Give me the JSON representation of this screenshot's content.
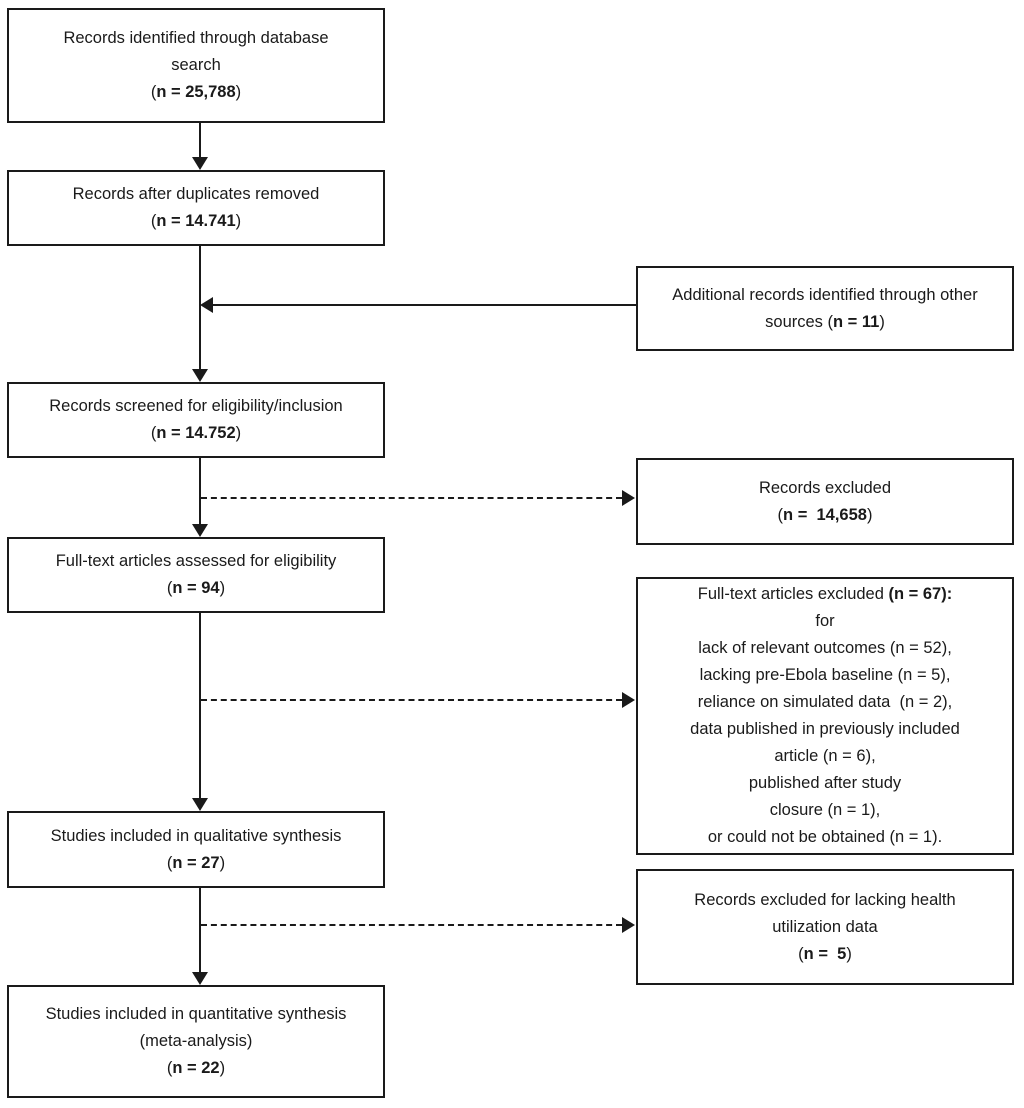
{
  "diagram_type": "prisma-flow-diagram",
  "colors": {
    "line": "#1a1a1a",
    "box_background": "#ffffff"
  },
  "boxes": {
    "identified": {
      "line1": "Records identified through database",
      "line2": "search",
      "n_open": "(",
      "n": "n = 25,788",
      "n_close": ")"
    },
    "duplicates_removed": {
      "line1": "Records after duplicates removed",
      "n_open": "(",
      "n": "n = 14.741",
      "n_close": ")"
    },
    "additional_records": {
      "line1": "Additional records identified through other",
      "line2_pre": "sources (",
      "n": "n = 11",
      "n_close": ")"
    },
    "screened": {
      "line1": "Records screened for eligibility/inclusion",
      "n_open": "(",
      "n": "n = 14.752",
      "n_close": ")"
    },
    "records_excluded": {
      "line1": "Records excluded",
      "n_open": "(",
      "n": "n =  14,658",
      "n_close": ")"
    },
    "fulltext_assessed": {
      "line1": "Full-text articles assessed for eligibility",
      "n_open": "(",
      "n": "n = 94",
      "n_close": ")"
    },
    "fulltext_excluded": {
      "line1_pre": "Full-text articles excluded ",
      "line1_bold": "(n = 67):",
      "reasons": [
        "for",
        "lack of relevant outcomes (n = 52),",
        "lacking pre-Ebola baseline (n = 5),",
        "reliance on simulated data  (n = 2),",
        "data published in previously included",
        "article (n = 6),",
        "published after study",
        "closure (n = 1),",
        "or could not be obtained (n = 1)."
      ]
    },
    "qualitative": {
      "line1": "Studies included in qualitative synthesis",
      "n_open": "(",
      "n": "n = 27",
      "n_close": ")"
    },
    "excluded_health_utilization": {
      "line1": "Records excluded for lacking health",
      "line2": "utilization data",
      "n_open": "(",
      "n": "n =  5",
      "n_close": ")"
    },
    "quantitative": {
      "line1": "Studies included in quantitative synthesis",
      "line2": "(meta-analysis)",
      "n_open": "(",
      "n": "n = 22",
      "n_close": ")"
    }
  }
}
